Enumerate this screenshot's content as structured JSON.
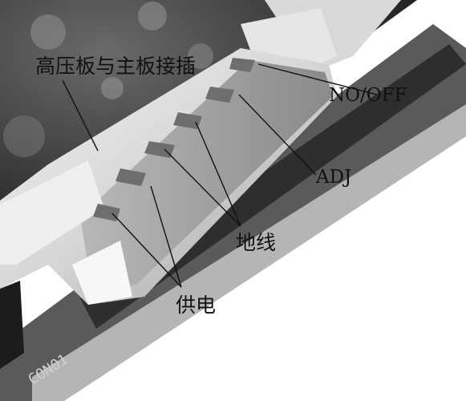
{
  "photo": {
    "subject": "close-up photo of a white multi-pin board connector on a circuit board",
    "silkscreen_text": "CON01",
    "tones": {
      "background_board": "#3a3a3a",
      "connector_white": "#e8e8e8",
      "connector_gray": "#a8a8a8",
      "pcb_edge": "#555555",
      "pin_metal": "#7a7a7a"
    }
  },
  "callouts": {
    "connector": "高压板与主板接插",
    "no_off": "NO/OFF",
    "adj": "ADJ",
    "ground": "地线",
    "power": "供电"
  }
}
